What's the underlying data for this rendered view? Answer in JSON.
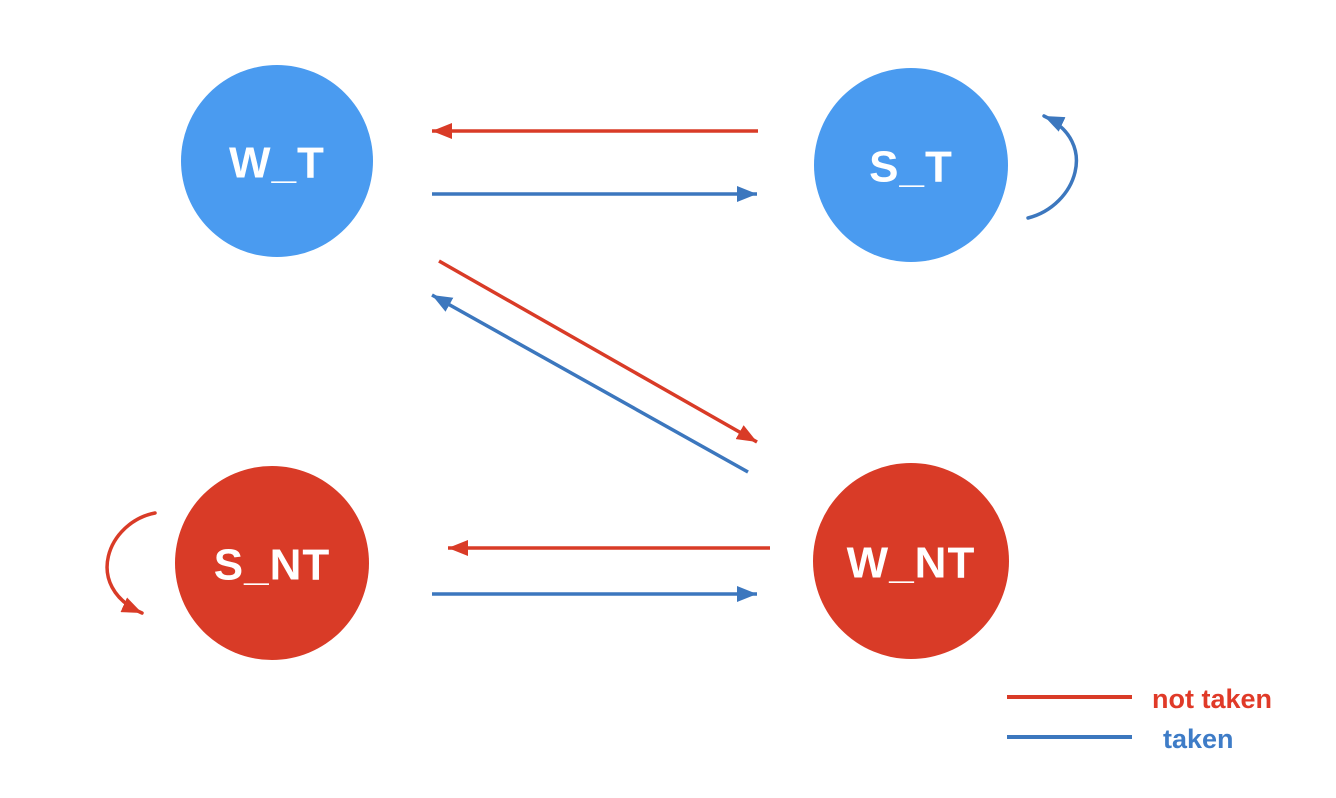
{
  "colors": {
    "node_taken_fill": "#4A9BF0",
    "node_not_taken_fill": "#D93B27",
    "node_label": "#FFFFFF",
    "edge_taken": "#3C77BE",
    "edge_not_taken": "#D93B27",
    "legend_taken_text": "#3E7CC7",
    "legend_not_taken_text": "#E03A28"
  },
  "nodes": [
    {
      "id": "wt",
      "label": "W_T",
      "type": "taken"
    },
    {
      "id": "st",
      "label": "S_T",
      "type": "taken"
    },
    {
      "id": "snt",
      "label": "S_NT",
      "type": "not_taken"
    },
    {
      "id": "wnt",
      "label": "W_NT",
      "type": "not_taken"
    }
  ],
  "edges": [
    {
      "from": "S_T",
      "to": "W_T",
      "condition": "not taken"
    },
    {
      "from": "W_T",
      "to": "S_T",
      "condition": "taken"
    },
    {
      "from": "W_T",
      "to": "W_NT",
      "condition": "not taken"
    },
    {
      "from": "W_NT",
      "to": "W_T",
      "condition": "taken"
    },
    {
      "from": "W_NT",
      "to": "S_NT",
      "condition": "not taken"
    },
    {
      "from": "S_NT",
      "to": "W_NT",
      "condition": "taken"
    },
    {
      "from": "S_T",
      "to": "S_T",
      "condition": "taken"
    },
    {
      "from": "S_NT",
      "to": "S_NT",
      "condition": "not taken"
    }
  ],
  "legend": {
    "not_taken_label": "not taken",
    "taken_label": "taken"
  }
}
